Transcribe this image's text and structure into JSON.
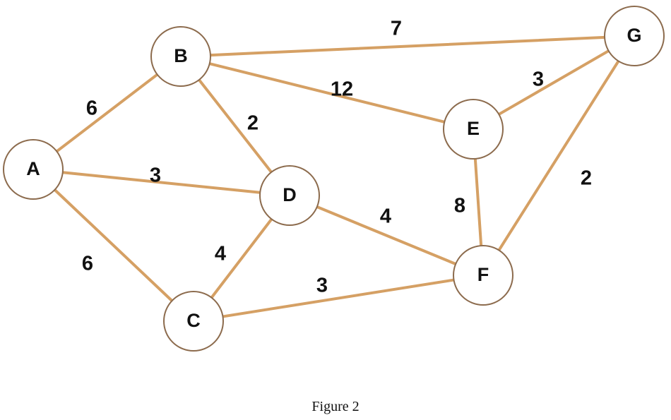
{
  "nodes": [
    {
      "id": "A",
      "label": "A"
    },
    {
      "id": "B",
      "label": "B"
    },
    {
      "id": "C",
      "label": "C"
    },
    {
      "id": "D",
      "label": "D"
    },
    {
      "id": "E",
      "label": "E"
    },
    {
      "id": "F",
      "label": "F"
    },
    {
      "id": "G",
      "label": "G"
    }
  ],
  "edges": [
    {
      "from": "B",
      "to": "G",
      "weight": "7"
    },
    {
      "from": "A",
      "to": "B",
      "weight": "6"
    },
    {
      "from": "B",
      "to": "E",
      "weight": "12"
    },
    {
      "from": "B",
      "to": "D",
      "weight": "2"
    },
    {
      "from": "E",
      "to": "G",
      "weight": "3"
    },
    {
      "from": "A",
      "to": "D",
      "weight": "3"
    },
    {
      "from": "G",
      "to": "F",
      "weight": "2"
    },
    {
      "from": "D",
      "to": "F",
      "weight": "4"
    },
    {
      "from": "E",
      "to": "F",
      "weight": "8"
    },
    {
      "from": "A",
      "to": "C",
      "weight": "6"
    },
    {
      "from": "C",
      "to": "D",
      "weight": "4"
    },
    {
      "from": "C",
      "to": "F",
      "weight": "3"
    }
  ],
  "caption": "Figure 2",
  "colors": {
    "edge": "#d5a064",
    "node_border": "#8c6b4d",
    "node_fill": "#ffffff",
    "text": "#111111"
  }
}
